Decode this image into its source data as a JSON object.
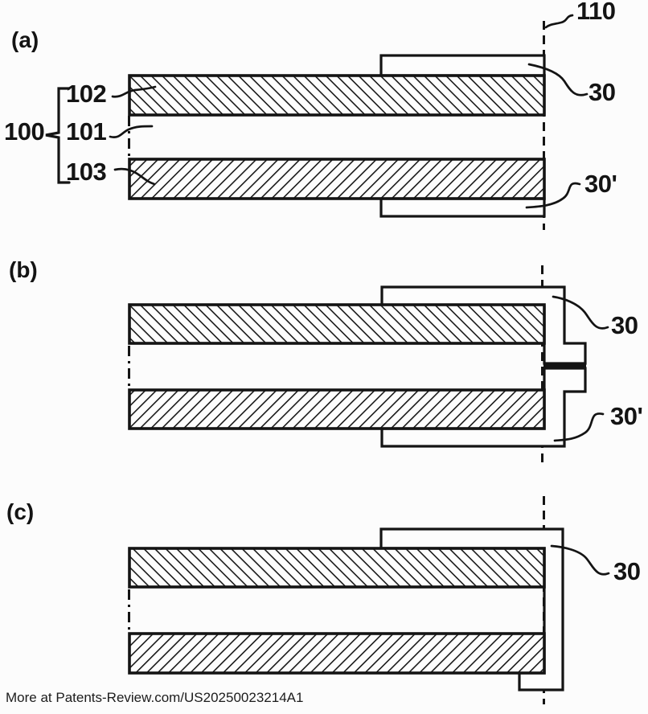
{
  "colors": {
    "ink": "#141414",
    "paper": "#fcfcfc"
  },
  "figure_a": {
    "label": "(a)",
    "ref_stack": "100",
    "ref_top_layer": "102",
    "ref_middle_layer": "101",
    "ref_bottom_layer": "103",
    "ref_cut_line": "110",
    "ref_tape_top": "30",
    "ref_tape_bottom": "30'"
  },
  "figure_b": {
    "label": "(b)",
    "ref_tape_top": "30",
    "ref_tape_bottom": "30'"
  },
  "figure_c": {
    "label": "(c)",
    "ref_tape": "30"
  },
  "footer": {
    "text": "More at Patents-Review.com/US20250023214A1"
  }
}
